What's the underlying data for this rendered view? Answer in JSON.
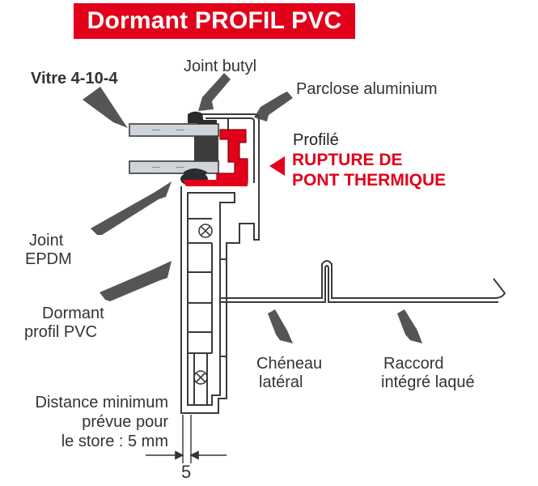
{
  "title": "Dormant PROFIL PVC",
  "labels": {
    "vitre": "Vitre 4-10-4",
    "joint_butyl": "Joint butyl",
    "parclose": "Parclose aluminium",
    "profile": "Profilé",
    "rupture_1": "RUPTURE DE",
    "rupture_2": "PONT THERMIQUE",
    "joint_1": "Joint",
    "joint_2": "EPDM",
    "dormant_1": "Dormant",
    "dormant_2": "profil PVC",
    "cheneau_1": "Chéneau",
    "cheneau_2": "latéral",
    "raccord_1": "Raccord",
    "raccord_2": "intégré laqué",
    "distance_1": "Distance minimum",
    "distance_2": "prévue pour",
    "distance_3": "le store : 5 mm",
    "dimension": "5"
  },
  "colors": {
    "accent_red": "#e2001a",
    "arrow_gray": "#555555",
    "profile_stroke": "#3a3a3a",
    "glass_fill": "#cfd4d8",
    "butyl_fill": "#3d3d3d"
  }
}
